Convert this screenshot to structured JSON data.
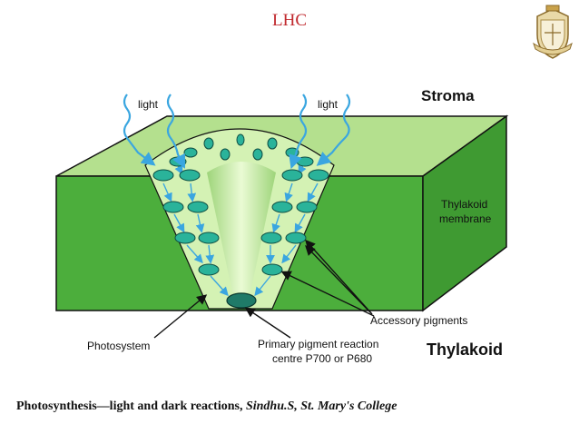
{
  "header": {
    "title": "LHC"
  },
  "diagram": {
    "labels": {
      "light_left": "light",
      "light_right": "light",
      "stroma": "Stroma",
      "thylakoid_membrane_1": "Thylakoid",
      "thylakoid_membrane_2": "membrane",
      "accessory_pigments": "Accessory pigments",
      "photosystem": "Photosystem",
      "reaction_centre_1": "Primary pigment reaction",
      "reaction_centre_2": "centre P700 or P680",
      "thylakoid": "Thylakoid"
    },
    "colors": {
      "front_face": "#4cae3c",
      "top_face": "#b4e08e",
      "side_face": "#3f9a32",
      "funnel": "#d4f2b4",
      "pigment": "#2ab39a",
      "reaction_centre": "#1f7a68",
      "arrows": "#3aa6e0",
      "light_waves": "#3aa6e0"
    }
  },
  "footer": {
    "main": "Photosynthesis—light and dark reactions,",
    "author": "Sindhu.S, St. Mary's College"
  }
}
